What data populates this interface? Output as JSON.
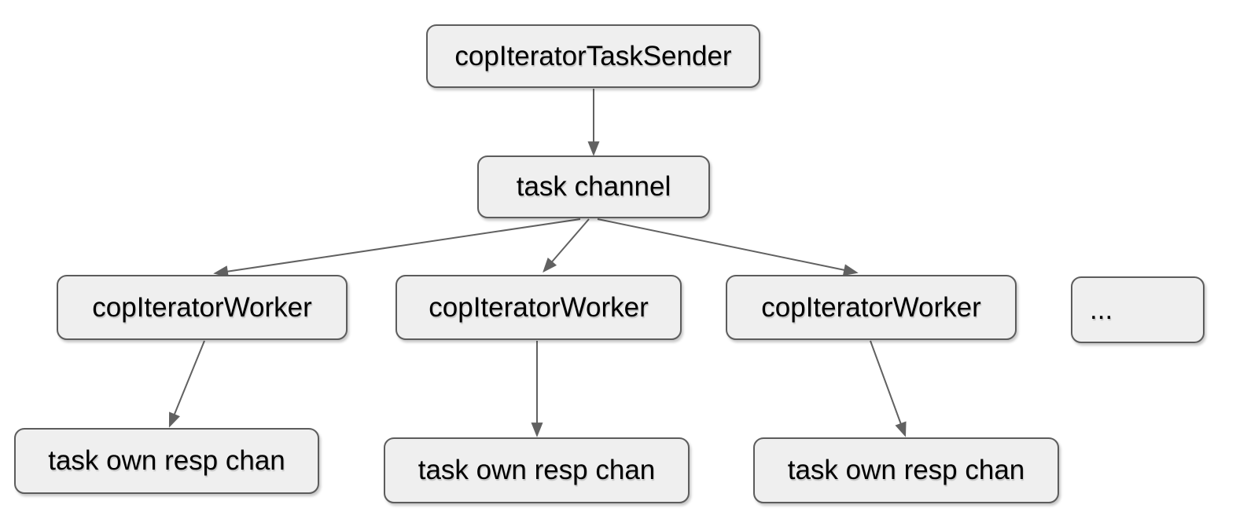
{
  "diagram": {
    "nodes": {
      "sender": "copIteratorTaskSender",
      "task_channel": "task channel",
      "worker_1": "copIteratorWorker",
      "worker_2": "copIteratorWorker",
      "worker_3": "copIteratorWorker",
      "more_workers": "...",
      "resp_chan_1": "task own resp chan",
      "resp_chan_2": "task own resp chan",
      "resp_chan_3": "task own resp chan"
    },
    "edges": [
      {
        "from": "sender",
        "to": "task_channel"
      },
      {
        "from": "task_channel",
        "to": "worker_1"
      },
      {
        "from": "task_channel",
        "to": "worker_2"
      },
      {
        "from": "task_channel",
        "to": "worker_3"
      },
      {
        "from": "worker_1",
        "to": "resp_chan_1"
      },
      {
        "from": "worker_2",
        "to": "resp_chan_2"
      },
      {
        "from": "worker_3",
        "to": "resp_chan_3"
      }
    ],
    "colors": {
      "canvas_background": "#ffffff",
      "node_fill": "#efefef",
      "node_border": "#5c5c5c",
      "arrow": "#616161",
      "text": "#000000"
    }
  }
}
